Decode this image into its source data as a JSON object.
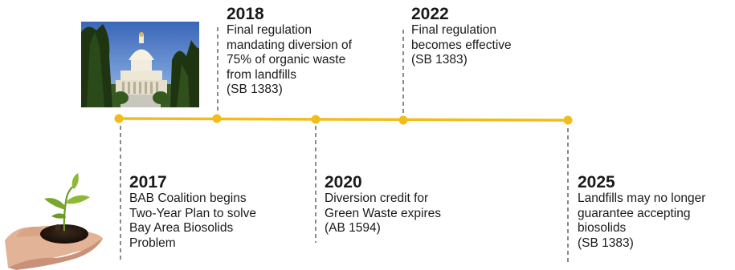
{
  "colors": {
    "line": "#f2bd1b",
    "dash": "#8a8a8a",
    "text": "#1a1a1a"
  },
  "images": [
    {
      "name": "capitol-building-photo"
    },
    {
      "name": "seedling-in-hands-photo"
    }
  ],
  "events": [
    {
      "id": "2017",
      "year": "2017",
      "position": "below",
      "text": "BAB Coalition begins\nTwo-Year Plan to solve\nBay Area Biosolids\nProblem"
    },
    {
      "id": "2018",
      "year": "2018",
      "position": "above",
      "text": "Final regulation\nmandating diversion of\n75% of organic waste\nfrom landfills\n(SB 1383)"
    },
    {
      "id": "2020",
      "year": "2020",
      "position": "below",
      "text": "Diversion credit for\nGreen Waste expires\n(AB 1594)"
    },
    {
      "id": "2022",
      "year": "2022",
      "position": "above",
      "text": "Final regulation\nbecomes effective\n(SB 1383)"
    },
    {
      "id": "2025",
      "year": "2025",
      "position": "below",
      "text": "Landfills may no longer\nguarantee accepting\nbiosolids\n(SB 1383)"
    }
  ]
}
